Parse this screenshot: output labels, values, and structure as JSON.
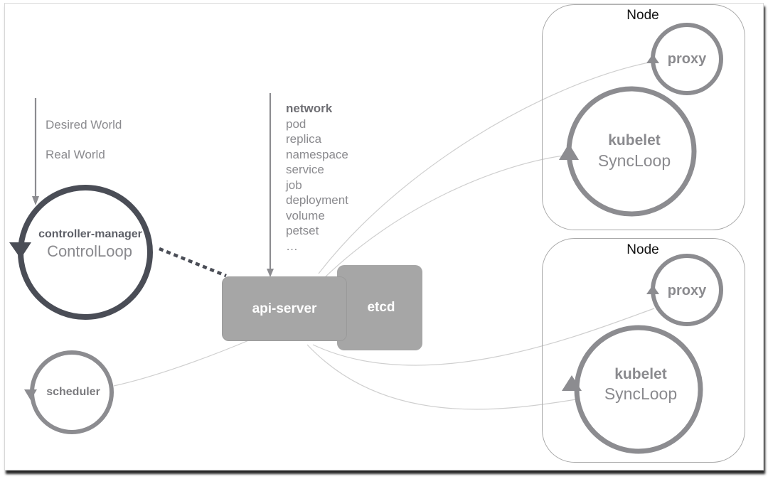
{
  "world": {
    "desired": "Desired World",
    "real": "Real World"
  },
  "controller_manager": {
    "title": "controller-manager",
    "subtitle": "ControlLoop"
  },
  "scheduler": {
    "title": "scheduler"
  },
  "resources": {
    "header": "network",
    "items": [
      "pod",
      "replica",
      "namespace",
      "service",
      "job",
      "deployment",
      "volume",
      "petset",
      "…"
    ]
  },
  "api_server": {
    "label": "api-server"
  },
  "etcd": {
    "label": "etcd"
  },
  "nodes": [
    {
      "title": "Node",
      "proxy": "proxy",
      "kubelet": "kubelet",
      "loop": "SyncLoop"
    },
    {
      "title": "Node",
      "proxy": "proxy",
      "kubelet": "kubelet",
      "loop": "SyncLoop"
    }
  ],
  "colors": {
    "dark_loop": "#4a4d56",
    "gray_loop": "#8c8c90",
    "box_fill": "#a6a6a6",
    "text": "#8a8a8e",
    "connector": "#c8c8c8"
  }
}
